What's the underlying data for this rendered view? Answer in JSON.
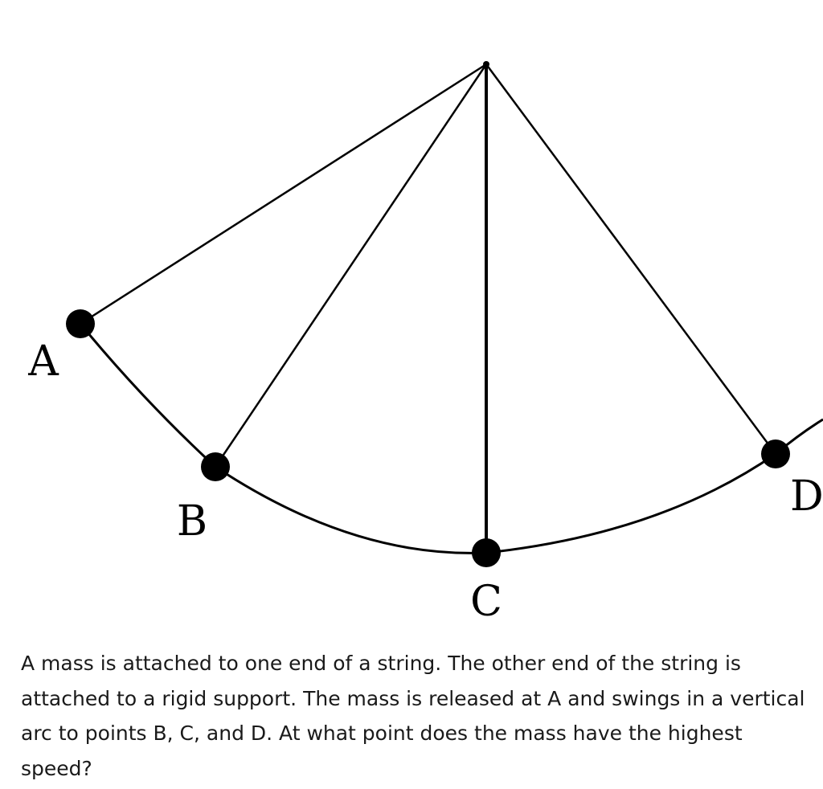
{
  "diagram": {
    "labels": {
      "a": "A",
      "b": "B",
      "c": "C",
      "d": "D"
    }
  },
  "question": {
    "text": "A mass is attached to one end of a string. The other end of the string is attached to a rigid support. The mass is released at A and swings in a vertical arc to points B, C, and D.  At what point does the mass have the highest speed?"
  }
}
